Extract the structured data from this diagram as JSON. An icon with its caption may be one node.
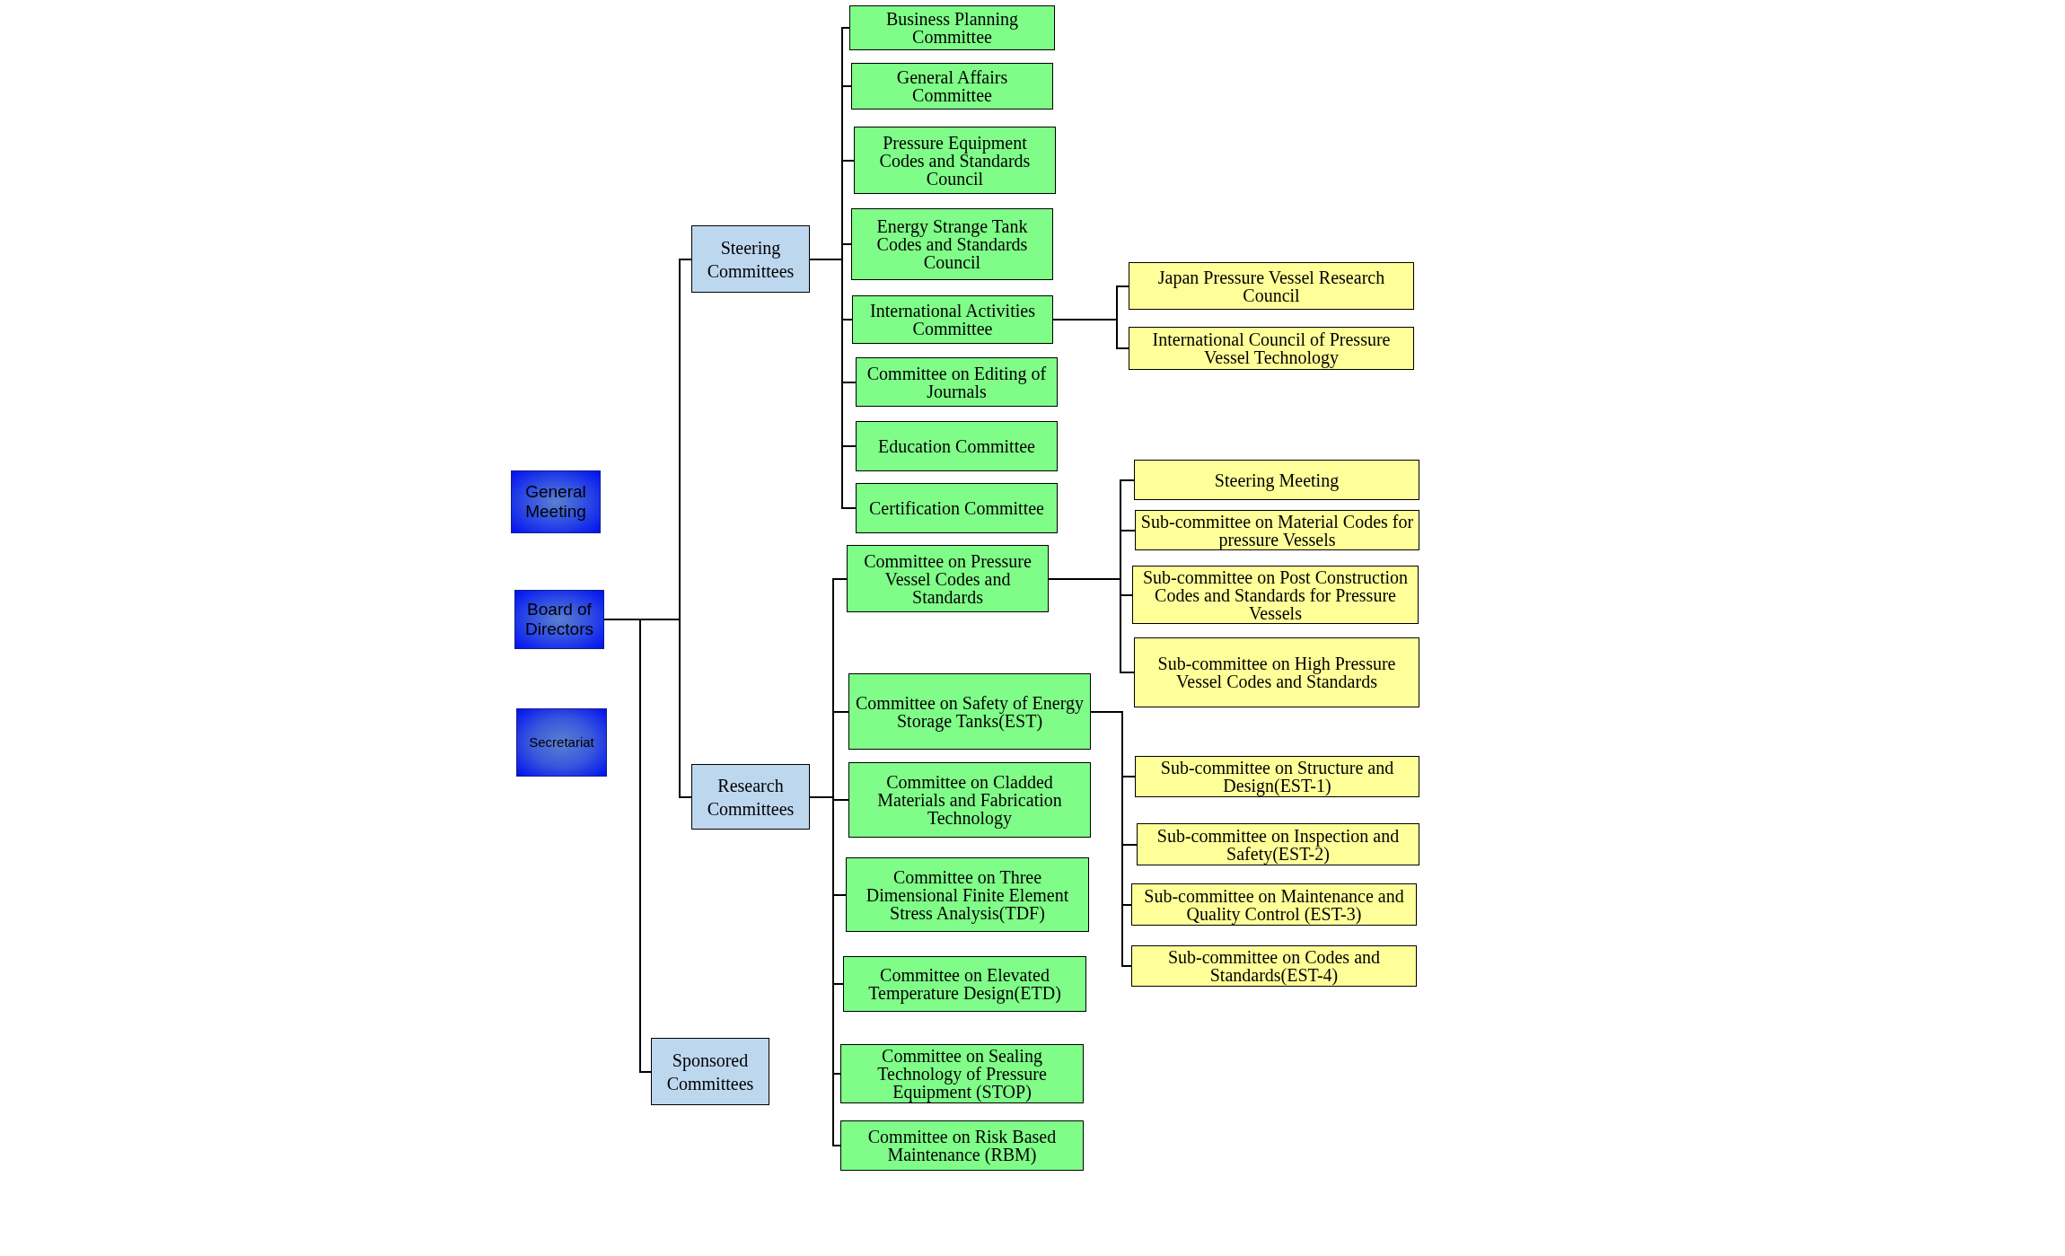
{
  "diagram": {
    "nodes": [
      {
        "text": [
          "General Meeting"
        ]
      },
      {
        "text": [
          "Board of Directors"
        ]
      },
      {
        "text": [
          "Secretariat"
        ]
      },
      {
        "text": [
          "Steering Committees"
        ]
      },
      {
        "text": [
          "Research Committees"
        ]
      },
      {
        "text": [
          "Sponsored Committees"
        ]
      },
      {
        "text": [
          "Business Planning Committee"
        ]
      },
      {
        "text": [
          "General Affairs Committee"
        ]
      },
      {
        "text": [
          "Pressure Equipment Codes and Standards Council"
        ]
      },
      {
        "text": [
          "Energy Strange Tank Codes and Standards Council"
        ]
      },
      {
        "text": [
          "International Activities Committee"
        ]
      },
      {
        "text": [
          "Committee on Editing of Journals"
        ]
      },
      {
        "text": [
          "Education Committee"
        ]
      },
      {
        "text": [
          "Certification Committee"
        ]
      },
      {
        "text": [
          "Committee on Pressure Vessel Codes and Standards"
        ]
      },
      {
        "text": [
          "Committee on Safety of Energy Storage Tanks(EST)"
        ]
      },
      {
        "text": [
          "Committee on Cladded Materials and Fabrication Technology"
        ]
      },
      {
        "text": [
          "Committee on Three Dimensional Finite Element Stress Analysis(TDF)"
        ]
      },
      {
        "text": [
          "Committee on Elevated Temperature Design(ETD)"
        ]
      },
      {
        "text": [
          "Committee on Sealing Technology of Pressure Equipment (STOP)"
        ]
      },
      {
        "text": [
          "Committee on Risk Based Maintenance (RBM)"
        ]
      },
      {
        "text": [
          "Japan Pressure Vessel Research Council"
        ]
      },
      {
        "text": [
          "International Council of Pressure Vessel Technology"
        ]
      },
      {
        "text": [
          "Steering Meeting"
        ]
      },
      {
        "text": [
          "Sub-committee on Material Codes for pressure Vessels"
        ]
      },
      {
        "text": [
          "Sub-committee on Post Construction Codes and Standards for Pressure Vessels"
        ]
      },
      {
        "text": [
          "Sub-committee on High Pressure Vessel Codes and Standards"
        ]
      },
      {
        "text": [
          "Sub-committee on Structure and Design(EST-1)"
        ]
      },
      {
        "text": [
          "Sub-committee on Inspection and Safety(EST-2)"
        ]
      },
      {
        "text": [
          "Sub-committee on Maintenance and Quality Control (EST-3)"
        ]
      },
      {
        "text": [
          "Sub-committee on Codes and Standards(EST-4)"
        ]
      }
    ],
    "edges": [
      {
        "from": 1,
        "to": 3,
        "arrow": "none"
      },
      {
        "from": 1,
        "to": 4,
        "arrow": "none"
      },
      {
        "from": 1,
        "to": 5,
        "arrow": "none"
      },
      {
        "from": 3,
        "to": 6,
        "arrow": "none"
      },
      {
        "from": 3,
        "to": 7,
        "arrow": "none"
      },
      {
        "from": 3,
        "to": 8,
        "arrow": "none"
      },
      {
        "from": 3,
        "to": 9,
        "arrow": "none"
      },
      {
        "from": 3,
        "to": 10,
        "arrow": "none"
      },
      {
        "from": 3,
        "to": 11,
        "arrow": "none"
      },
      {
        "from": 3,
        "to": 12,
        "arrow": "none"
      },
      {
        "from": 3,
        "to": 13,
        "arrow": "none"
      },
      {
        "from": 10,
        "to": 21,
        "arrow": "none"
      },
      {
        "from": 10,
        "to": 22,
        "arrow": "none"
      },
      {
        "from": 4,
        "to": 14,
        "arrow": "none"
      },
      {
        "from": 4,
        "to": 15,
        "arrow": "none"
      },
      {
        "from": 4,
        "to": 16,
        "arrow": "none"
      },
      {
        "from": 4,
        "to": 17,
        "arrow": "none"
      },
      {
        "from": 4,
        "to": 18,
        "arrow": "none"
      },
      {
        "from": 4,
        "to": 19,
        "arrow": "none"
      },
      {
        "from": 4,
        "to": 20,
        "arrow": "none"
      },
      {
        "from": 14,
        "to": 23,
        "arrow": "none"
      },
      {
        "from": 14,
        "to": 24,
        "arrow": "none"
      },
      {
        "from": 14,
        "to": 25,
        "arrow": "none"
      },
      {
        "from": 14,
        "to": 26,
        "arrow": "none"
      },
      {
        "from": 15,
        "to": 27,
        "arrow": "none"
      },
      {
        "from": 15,
        "to": 28,
        "arrow": "none"
      },
      {
        "from": 15,
        "to": 29,
        "arrow": "none"
      },
      {
        "from": 15,
        "to": 30,
        "arrow": "none"
      }
    ]
  }
}
